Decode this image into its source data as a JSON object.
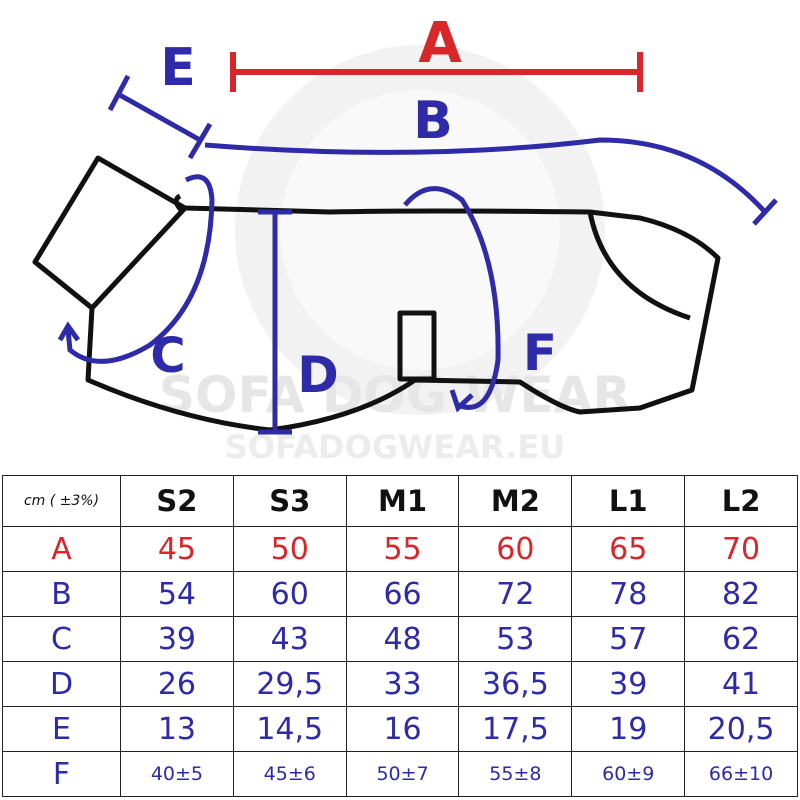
{
  "watermark": {
    "brand": "SOFA DOG WEAR",
    "url": "SOFADOGWEAR.EU"
  },
  "diagram": {
    "labels": {
      "A": "A",
      "B": "B",
      "C": "C",
      "D": "D",
      "E": "E",
      "F": "F"
    },
    "colors": {
      "a_line": "#d8262a",
      "measure": "#2e2aa8",
      "outline": "#111111"
    }
  },
  "table": {
    "unit_label": "cm ( ±3%)",
    "sizes": [
      "S2",
      "S3",
      "M1",
      "M2",
      "L1",
      "L2"
    ],
    "rows": [
      {
        "label": "A",
        "color": "#d8262a",
        "values": [
          "45",
          "50",
          "55",
          "60",
          "65",
          "70"
        ]
      },
      {
        "label": "B",
        "color": "#2e2aa8",
        "values": [
          "54",
          "60",
          "66",
          "72",
          "78",
          "82"
        ]
      },
      {
        "label": "C",
        "color": "#2e2aa8",
        "values": [
          "39",
          "43",
          "48",
          "53",
          "57",
          "62"
        ]
      },
      {
        "label": "D",
        "color": "#2e2aa8",
        "values": [
          "26",
          "29,5",
          "33",
          "36,5",
          "39",
          "41"
        ]
      },
      {
        "label": "E",
        "color": "#2e2aa8",
        "values": [
          "13",
          "14,5",
          "16",
          "17,5",
          "19",
          "20,5"
        ]
      },
      {
        "label": "F",
        "color": "#2e2aa8",
        "values": [
          "40±5",
          "45±6",
          "50±7",
          "55±8",
          "60±9",
          "66±10"
        ]
      }
    ]
  }
}
